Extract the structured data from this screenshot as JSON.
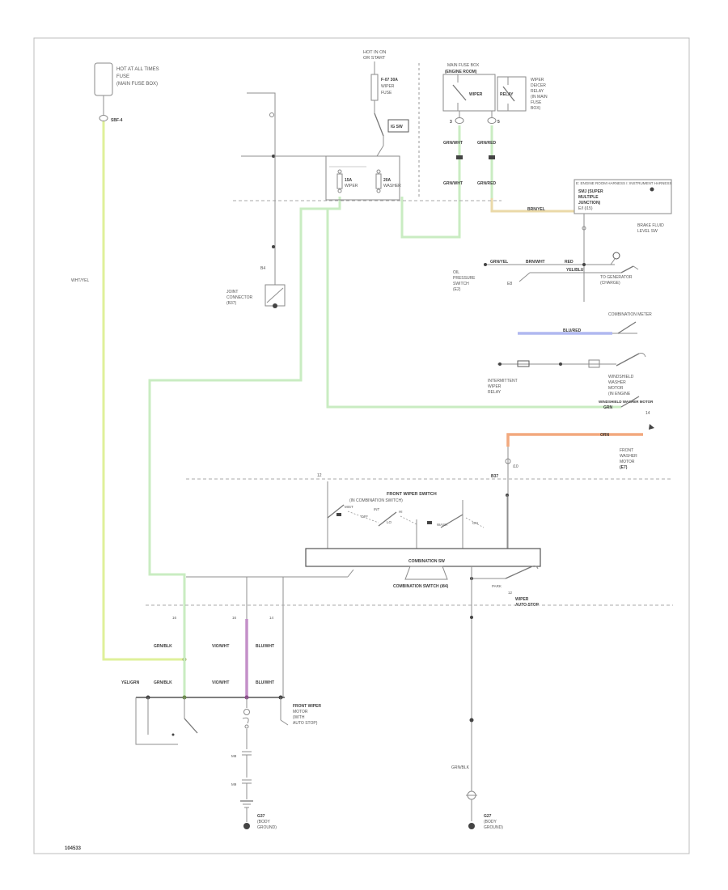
{
  "page": {
    "number": "104533",
    "type": "wiring-diagram"
  },
  "colors": {
    "chartreuse_wire": "#dff09a",
    "pale_green_wire": "#c9ecc2",
    "purple_wire": "#c490c8",
    "blue_wire": "#b0b8f0",
    "orange_wire": "#f2a97e",
    "tan_wire": "#ead9a8",
    "gray_wire": "#8f8f8f",
    "label_dark": "#3c3c3c"
  },
  "texts": {
    "battery_l1": "HOT AT ALL TIMES",
    "battery_l2": "FUSE",
    "battery_l3": "(MAIN FUSE BOX)",
    "battery_tag": "SBF-4",
    "battery_wire": "WHT/YEL",
    "col_hot1": "HOT IN ON",
    "col_hot2": "OR START",
    "fuse_top_l1": "F-07 30A",
    "fuse_top_l2": "WIPER",
    "fuse_top_l3": "FUSE",
    "ign_sw": "IG SW",
    "fuse_a_l1": "15A",
    "fuse_a_l2": "WIPER",
    "fuse_b_l1": "20A",
    "fuse_b_l2": "WASHER",
    "relay_hdr_l1": "MAIN FUSE BOX",
    "relay_hdr_l2": "(ENGINE ROOM)",
    "relay_a_label": "WIPER",
    "relay_b_label": "RELAY",
    "relay_side_l1": "WIPER",
    "relay_side_l2": "DEICER",
    "relay_side_l3": "RELAY",
    "relay_side_l4": "(IN MAIN",
    "relay_side_l5": "FUSE",
    "relay_side_l6": "BOX)",
    "relay_pin_a": "3",
    "relay_pin_b": "5",
    "wire_grn_a1": "GRN/WHT",
    "wire_grn_a2": "GRN/WHT",
    "wire_grn_b1": "GRN/RED",
    "wire_grn_b2": "GRN/RED",
    "wire_tan": "BRN/YEL",
    "smj_header": "E: ENGINE ROOM HARNESS   I: INSTRUMENT HARNESS",
    "smj_l1": "SMJ (SUPER",
    "smj_l2": "MULTIPLE",
    "smj_l3": "JUNCTION)",
    "smj_l4": "E/I  (i15)",
    "smj_side_l1": "BRAKE FLUID",
    "smj_side_l2": "LEVEL SW",
    "joint_b4": "B4",
    "joint_l1": "JOINT",
    "joint_l2": "CONNECTOR",
    "joint_l3": "(B37)",
    "row1_w1": "GRN/YEL",
    "row1_w2": "BRN/WHT",
    "row1_w3": "RED",
    "row2_w1": "YEL/BLU",
    "oil_l1": "OIL",
    "oil_l2": "PRESSURE",
    "oil_l3": "SWITCH",
    "oil_l4": "(E2)",
    "oil_tag": "E8",
    "right_mid1": "TO GENERATOR",
    "right_mid2": "(CHARGE)",
    "right_single": "COMBINATION METER",
    "wire_blue": "BLU/RED",
    "row450_left1": "INTERMITTENT",
    "row450_left2": "WIPER",
    "row450_left3": "RELAY",
    "ws_l1": "WINDSHIELD",
    "ws_l2": "WASHER",
    "ws_l3": "MOTOR",
    "ws_l4": "(IN ENGINE",
    "ws_l5": "ROOM)",
    "ws_dark": "WINDSHIELD WASHER MOTOR",
    "wire_grn_long": "GRN",
    "grn_tag": "14",
    "wire_orn": "ORN",
    "orn_conn": "i10",
    "fw_l1": "FRONT",
    "fw_l2": "WASHER",
    "fw_l3": "MOTOR",
    "fw_l4": "(E7)",
    "dash_tag": "B37",
    "dash_tag2": "12",
    "sw_title": "FRONT WIPER SWITCH",
    "sw_subtitle": "(IN COMBINATION SWITCH)",
    "pos_mist": "MIST",
    "pos_off": "OFF",
    "pos_int": "INT",
    "pos_lo": "LO",
    "pos_hi": "HI",
    "pos_wash": "WASH",
    "pos_on": "ON",
    "combo_box_label": "COMBINATION SW",
    "combo_conn_label": "COMBINATION SWITCH  (i84)",
    "park_label": "PARK",
    "auto_stop1": "WIPER",
    "auto_stop2": "AUTO STOP",
    "as_tag": "12",
    "pin_16a": "16",
    "pin_16b": "16",
    "pin_14": "14",
    "wire_left1a": "GRN/BLK",
    "wire_left1b": "GRN/BLK",
    "wire_left2a": "VIO/WHT",
    "wire_left2b": "VIO/WHT",
    "wire_left3a": "BLU/WHT",
    "wire_left3b": "BLU/WHT",
    "wire_farleft": "YEL/GRN",
    "fwm_l1": "FRONT WIPER",
    "fwm_l2": "MOTOR",
    "fwm_l3": "(WITH",
    "fwm_l4": "AUTO STOP)",
    "res_tag1": "M8",
    "res_tag2": "M9",
    "gnd_left_l1": "G37",
    "gnd_left_l2": "(BODY",
    "gnd_left_l3": "GROUND)",
    "wire_right_b": "GRN/BLK",
    "gnd_right_l1": "G27",
    "gnd_right_l2": "(BODY",
    "gnd_right_l3": "GROUND)",
    "page_no": "104533"
  }
}
